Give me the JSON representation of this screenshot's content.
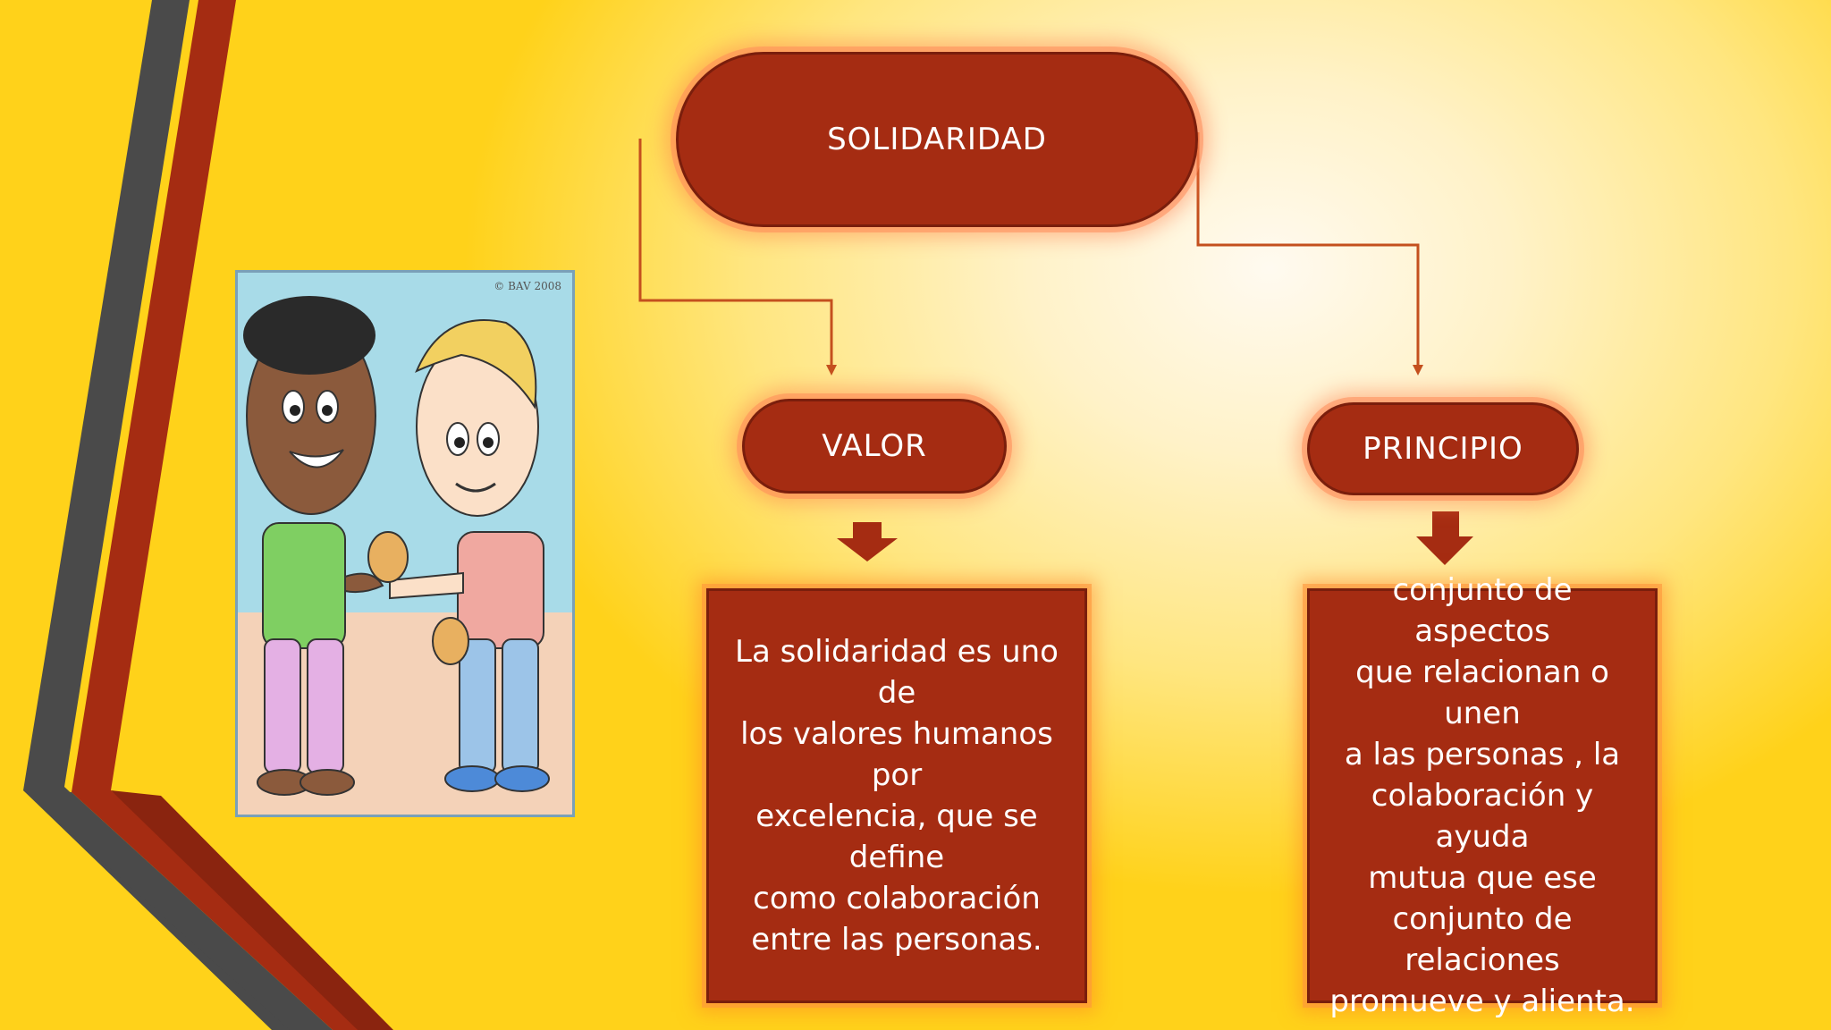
{
  "diagram": {
    "title": "SOLIDARIDAD",
    "branches": [
      {
        "label": "VALOR",
        "description": "La solidaridad es uno de\nlos valores humanos por\nexcelencia, que se define\ncomo colaboración\nentre las personas."
      },
      {
        "label": "PRINCIPIO",
        "description": " conjunto de aspectos\nque relacionan o unen\na las personas , la\ncolaboración y ayuda\nmutua que ese\nconjunto de relaciones\npromueve y alienta."
      }
    ]
  },
  "illustration": {
    "copyright": "© BAV 2008"
  },
  "colors": {
    "node_fill": "#a52c12",
    "node_text": "#ffffff",
    "connector": "#c4501e",
    "arrow": "#a52c12",
    "stripe_gray": "#4a4a4a",
    "stripe_red": "#a52c12",
    "background": "#ffd21a"
  }
}
